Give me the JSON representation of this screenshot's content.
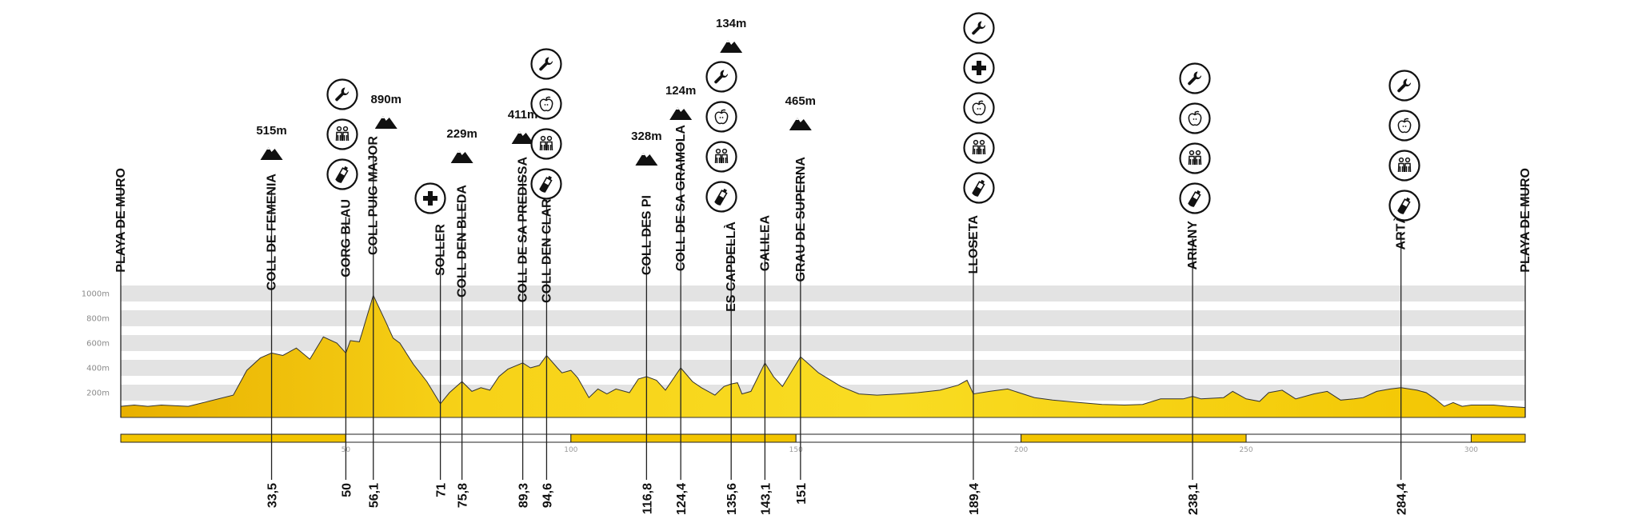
{
  "chart_data": {
    "type": "area",
    "title": "",
    "xlabel": "",
    "ylabel": "",
    "colors": {
      "fill": "#f7d218",
      "fill_dark": "#e2a800",
      "band": "#e3e3e3",
      "scale_bar": "#f2c400"
    },
    "y_ticks": [
      "200m",
      "400m",
      "600m",
      "800m",
      "1000m"
    ],
    "ylim": [
      0,
      1100
    ],
    "xlim": [
      0,
      312
    ],
    "x_scale_ticks": [
      "50",
      "100",
      "150",
      "200",
      "250",
      "300"
    ],
    "scale_segments": [
      [
        0,
        50,
        "yellow"
      ],
      [
        50,
        100,
        "white"
      ],
      [
        100,
        150,
        "yellow"
      ],
      [
        150,
        200,
        "white"
      ],
      [
        200,
        250,
        "yellow"
      ],
      [
        250,
        300,
        "white"
      ],
      [
        300,
        312,
        "yellow"
      ]
    ],
    "profile": [
      [
        0,
        90
      ],
      [
        3,
        100
      ],
      [
        6,
        90
      ],
      [
        9,
        100
      ],
      [
        15,
        90
      ],
      [
        25,
        180
      ],
      [
        28,
        380
      ],
      [
        31,
        480
      ],
      [
        33.5,
        520
      ],
      [
        36,
        500
      ],
      [
        39,
        560
      ],
      [
        42,
        470
      ],
      [
        45,
        650
      ],
      [
        48,
        600
      ],
      [
        50,
        520
      ],
      [
        51,
        620
      ],
      [
        53,
        610
      ],
      [
        56.1,
        985
      ],
      [
        59,
        760
      ],
      [
        60.5,
        640
      ],
      [
        62,
        600
      ],
      [
        65,
        430
      ],
      [
        68,
        290
      ],
      [
        71,
        110
      ],
      [
        73,
        200
      ],
      [
        75.8,
        290
      ],
      [
        78,
        210
      ],
      [
        80,
        240
      ],
      [
        82,
        220
      ],
      [
        84,
        330
      ],
      [
        86,
        390
      ],
      [
        89.3,
        440
      ],
      [
        91,
        400
      ],
      [
        93,
        420
      ],
      [
        94.6,
        500
      ],
      [
        97,
        400
      ],
      [
        98,
        360
      ],
      [
        100,
        380
      ],
      [
        101.5,
        320
      ],
      [
        104,
        160
      ],
      [
        106,
        230
      ],
      [
        108,
        190
      ],
      [
        110,
        230
      ],
      [
        113,
        200
      ],
      [
        115,
        310
      ],
      [
        116.8,
        330
      ],
      [
        119,
        300
      ],
      [
        121,
        220
      ],
      [
        124.4,
        400
      ],
      [
        127,
        290
      ],
      [
        129,
        240
      ],
      [
        132,
        180
      ],
      [
        134,
        250
      ],
      [
        135.6,
        270
      ],
      [
        137,
        280
      ],
      [
        138,
        190
      ],
      [
        140,
        210
      ],
      [
        143.1,
        440
      ],
      [
        145,
        330
      ],
      [
        147,
        250
      ],
      [
        151,
        490
      ],
      [
        155,
        360
      ],
      [
        160,
        250
      ],
      [
        164,
        190
      ],
      [
        168,
        180
      ],
      [
        173,
        190
      ],
      [
        177,
        200
      ],
      [
        182,
        220
      ],
      [
        186,
        260
      ],
      [
        188,
        300
      ],
      [
        189.4,
        190
      ],
      [
        193,
        210
      ],
      [
        197,
        230
      ],
      [
        203,
        160
      ],
      [
        207,
        140
      ],
      [
        213,
        120
      ],
      [
        218,
        105
      ],
      [
        223,
        100
      ],
      [
        227,
        105
      ],
      [
        231,
        150
      ],
      [
        234,
        150
      ],
      [
        236,
        150
      ],
      [
        238.1,
        170
      ],
      [
        240,
        150
      ],
      [
        245,
        160
      ],
      [
        247,
        210
      ],
      [
        250,
        150
      ],
      [
        253,
        130
      ],
      [
        255,
        200
      ],
      [
        258,
        220
      ],
      [
        261,
        150
      ],
      [
        265,
        190
      ],
      [
        268,
        210
      ],
      [
        271,
        140
      ],
      [
        274,
        150
      ],
      [
        276,
        160
      ],
      [
        279,
        210
      ],
      [
        282,
        230
      ],
      [
        284.4,
        240
      ],
      [
        288,
        220
      ],
      [
        290,
        200
      ],
      [
        292,
        150
      ],
      [
        294,
        90
      ],
      [
        296,
        120
      ],
      [
        298,
        90
      ],
      [
        300,
        100
      ],
      [
        305,
        100
      ],
      [
        308,
        90
      ],
      [
        312,
        80
      ]
    ],
    "checkpoints": [
      {
        "km": 0,
        "km_label": "",
        "name": "PLAYA DE MURO",
        "elevation": "",
        "icons": []
      },
      {
        "km": 33.5,
        "km_label": "33,5",
        "name": "COLL DE FEMENIA",
        "elevation": "515m",
        "icons": []
      },
      {
        "km": 50,
        "km_label": "50",
        "name": "GORG BLAU",
        "elevation": "",
        "icons": [
          "wrench-icon",
          "people-icon",
          "bottle-icon"
        ]
      },
      {
        "km": 56.1,
        "km_label": "56,1",
        "name": "COLL PUIG MAJOR",
        "elevation": "890m",
        "icons": []
      },
      {
        "km": 71,
        "km_label": "71",
        "name": "SOLLER",
        "elevation": "",
        "icons": [
          "medical-cross-icon"
        ]
      },
      {
        "km": 75.8,
        "km_label": "75,8",
        "name": "COLL DEN  BLEDA",
        "elevation": "229m",
        "icons": []
      },
      {
        "km": 89.3,
        "km_label": "89,3",
        "name": "COLL DE SA PREDISSA",
        "elevation": "411m",
        "icons": []
      },
      {
        "km": 94.6,
        "km_label": "94,6",
        "name": "COLL DEN CLARET",
        "elevation": "",
        "icons": [
          "wrench-icon",
          "apple-icon",
          "people-icon",
          "bottle-icon"
        ]
      },
      {
        "km": 116.8,
        "km_label": "116,8",
        "name": "COLL DES PI",
        "elevation": "328m",
        "icons": []
      },
      {
        "km": 124.4,
        "km_label": "124,4",
        "name": "COLL DE SA GRAMOLA",
        "elevation": "124m",
        "icons": []
      },
      {
        "km": 135.6,
        "km_label": "135,6",
        "name": "ES CAPDELLÀ",
        "elevation": "134m",
        "icons": [
          "wrench-icon",
          "apple-icon",
          "people-icon",
          "bottle-icon"
        ]
      },
      {
        "km": 143.1,
        "km_label": "143,1",
        "name": "GALILEA",
        "elevation": "",
        "icons": []
      },
      {
        "km": 151,
        "km_label": "151",
        "name": "GRAU DE SUPERNA",
        "elevation": "465m",
        "icons": []
      },
      {
        "km": 189.4,
        "km_label": "189,4",
        "name": "LLOSETA",
        "elevation": "",
        "icons": [
          "wrench-icon",
          "medical-cross-icon",
          "apple-icon",
          "people-icon",
          "bottle-icon"
        ]
      },
      {
        "km": 238.1,
        "km_label": "238,1",
        "name": "ARIANY",
        "elevation": "",
        "icons": [
          "wrench-icon",
          "apple-icon",
          "people-icon",
          "bottle-icon"
        ]
      },
      {
        "km": 284.4,
        "km_label": "284,4",
        "name": "ARTÀ",
        "elevation": "",
        "icons": [
          "wrench-icon",
          "apple-icon",
          "people-icon",
          "bottle-icon"
        ]
      },
      {
        "km": 312,
        "km_label": "",
        "name": "PLAYA DE MURO",
        "elevation": "",
        "icons": []
      }
    ]
  }
}
